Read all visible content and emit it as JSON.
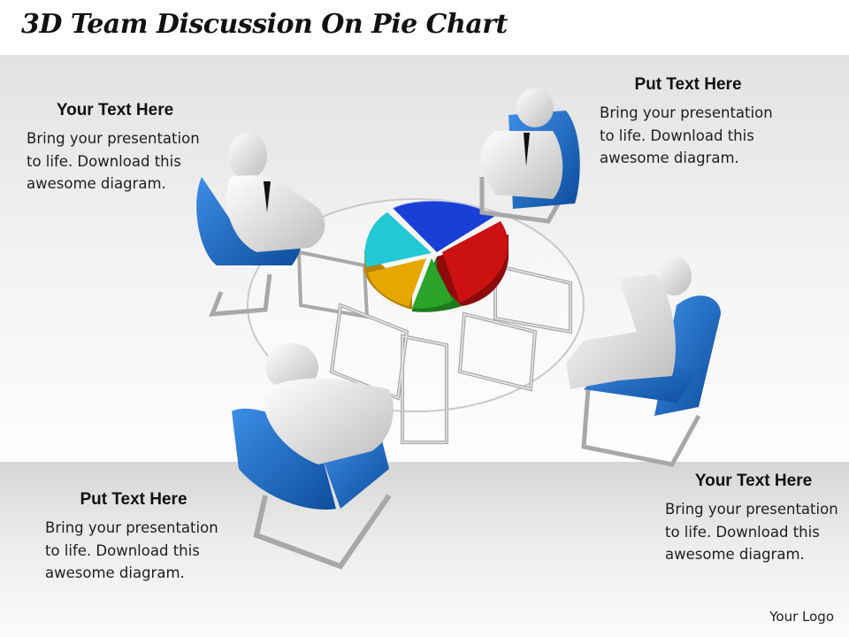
{
  "title": "3D Team Discussion On Pie Chart",
  "blocks": [
    {
      "heading": "Your Text Here",
      "body": "Bring your presentation\nto life. Download this\nawesome diagram."
    },
    {
      "heading": "Put Text Here",
      "body": "Bring your presentation\nto life. Download this\nawesome diagram."
    },
    {
      "heading": "Put Text Here",
      "body": "Bring your presentation\nto life. Download this\nawesome diagram."
    },
    {
      "heading": "Your Text Here",
      "body": "Bring your presentation\nto life. Download this\nawesome diagram."
    }
  ],
  "logo": "Your Logo",
  "colors": {
    "chair": "#1f6fc7",
    "figure": "#e6e6e6",
    "pie_blue": "#1a3fd6",
    "pie_red": "#cc1111",
    "pie_green": "#2aa52a",
    "pie_yellow": "#e6a800",
    "pie_cyan": "#22c9d4"
  }
}
